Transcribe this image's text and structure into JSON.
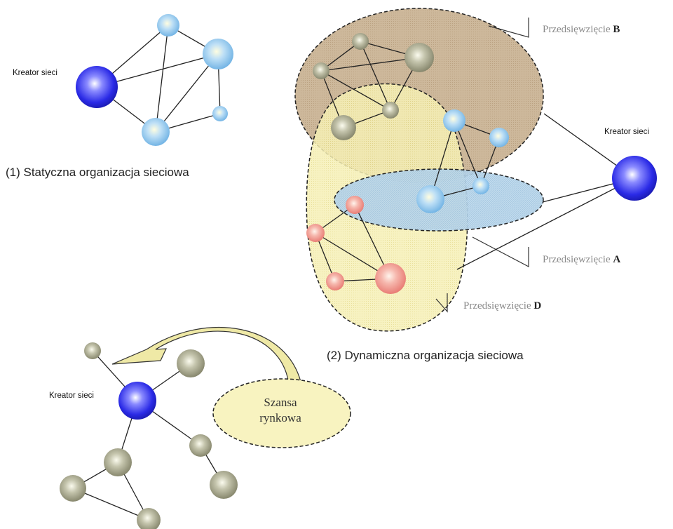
{
  "colors": {
    "blue_node": "#2e2ee0",
    "lightblue_node": "#8cc4ec",
    "olive_node": "#8f8f72",
    "pink_node": "#ee8a84",
    "region_B": "#c8b294",
    "region_D": "#f4eeb0",
    "region_A": "#b4d4ea",
    "szansa_bubble": "#f8f3c0"
  },
  "diagram1": {
    "creator_label": "Kreator sieci",
    "caption": "(1) Statyczna organizacja sieciowa"
  },
  "diagram2": {
    "creator_label": "Kreator sieci",
    "caption": "(2) Dynamiczna organizacja sieciowa",
    "project_prefix": "Przedsięwzięcie",
    "project_B": "B",
    "project_A": "A",
    "project_D": "D"
  },
  "diagram3": {
    "creator_label": "Kreator sieci",
    "opportunity_line1": "Szansa",
    "opportunity_line2": "rynkowa"
  }
}
